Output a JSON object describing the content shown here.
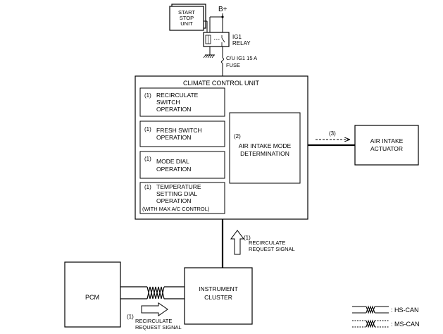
{
  "start_stop_unit": [
    "START",
    "STOP",
    "UNIT"
  ],
  "battery_label": "B+",
  "ig1_relay": [
    "IG1",
    "RELAY"
  ],
  "fuse": [
    "C/U IG1 15 A",
    "FUSE"
  ],
  "climate_control_unit": {
    "title": "CLIMATE CONTROL UNIT",
    "recirculate_switch": {
      "num": "(1)",
      "lines": [
        "RECIRCULATE",
        "SWITCH",
        "OPERATION"
      ]
    },
    "fresh_switch": {
      "num": "(1)",
      "lines": [
        "FRESH SWITCH",
        "OPERATION"
      ]
    },
    "mode_dial": {
      "num": "(1)",
      "lines": [
        "MODE DIAL",
        "OPERATION"
      ]
    },
    "temperature_dial": {
      "num": "(1)",
      "lines": [
        "TEMPERATURE",
        "SETTING DIAL",
        "OPERATION"
      ],
      "note": "(WITH MAX A/C CONTROL)"
    },
    "determination": {
      "num": "(2)",
      "lines": [
        "AIR INTAKE MODE",
        "DETERMINATION"
      ]
    }
  },
  "actuator_signal_num": "(3)",
  "air_intake_actuator": [
    "AIR INTAKE",
    "ACTUATOR"
  ],
  "cluster_signal": {
    "num": "(1)",
    "lines": [
      "RECIRCULATE",
      "REQUEST SIGNAL"
    ]
  },
  "instrument_cluster": [
    "INSTRUMENT",
    "CLUSTER"
  ],
  "pcm": "PCM",
  "pcm_signal": {
    "num": "(1)",
    "lines": [
      "RECIRCULATE",
      "REQUEST SIGNAL"
    ]
  },
  "legend": {
    "hs_can": ": HS-CAN",
    "ms_can": ": MS-CAN"
  }
}
